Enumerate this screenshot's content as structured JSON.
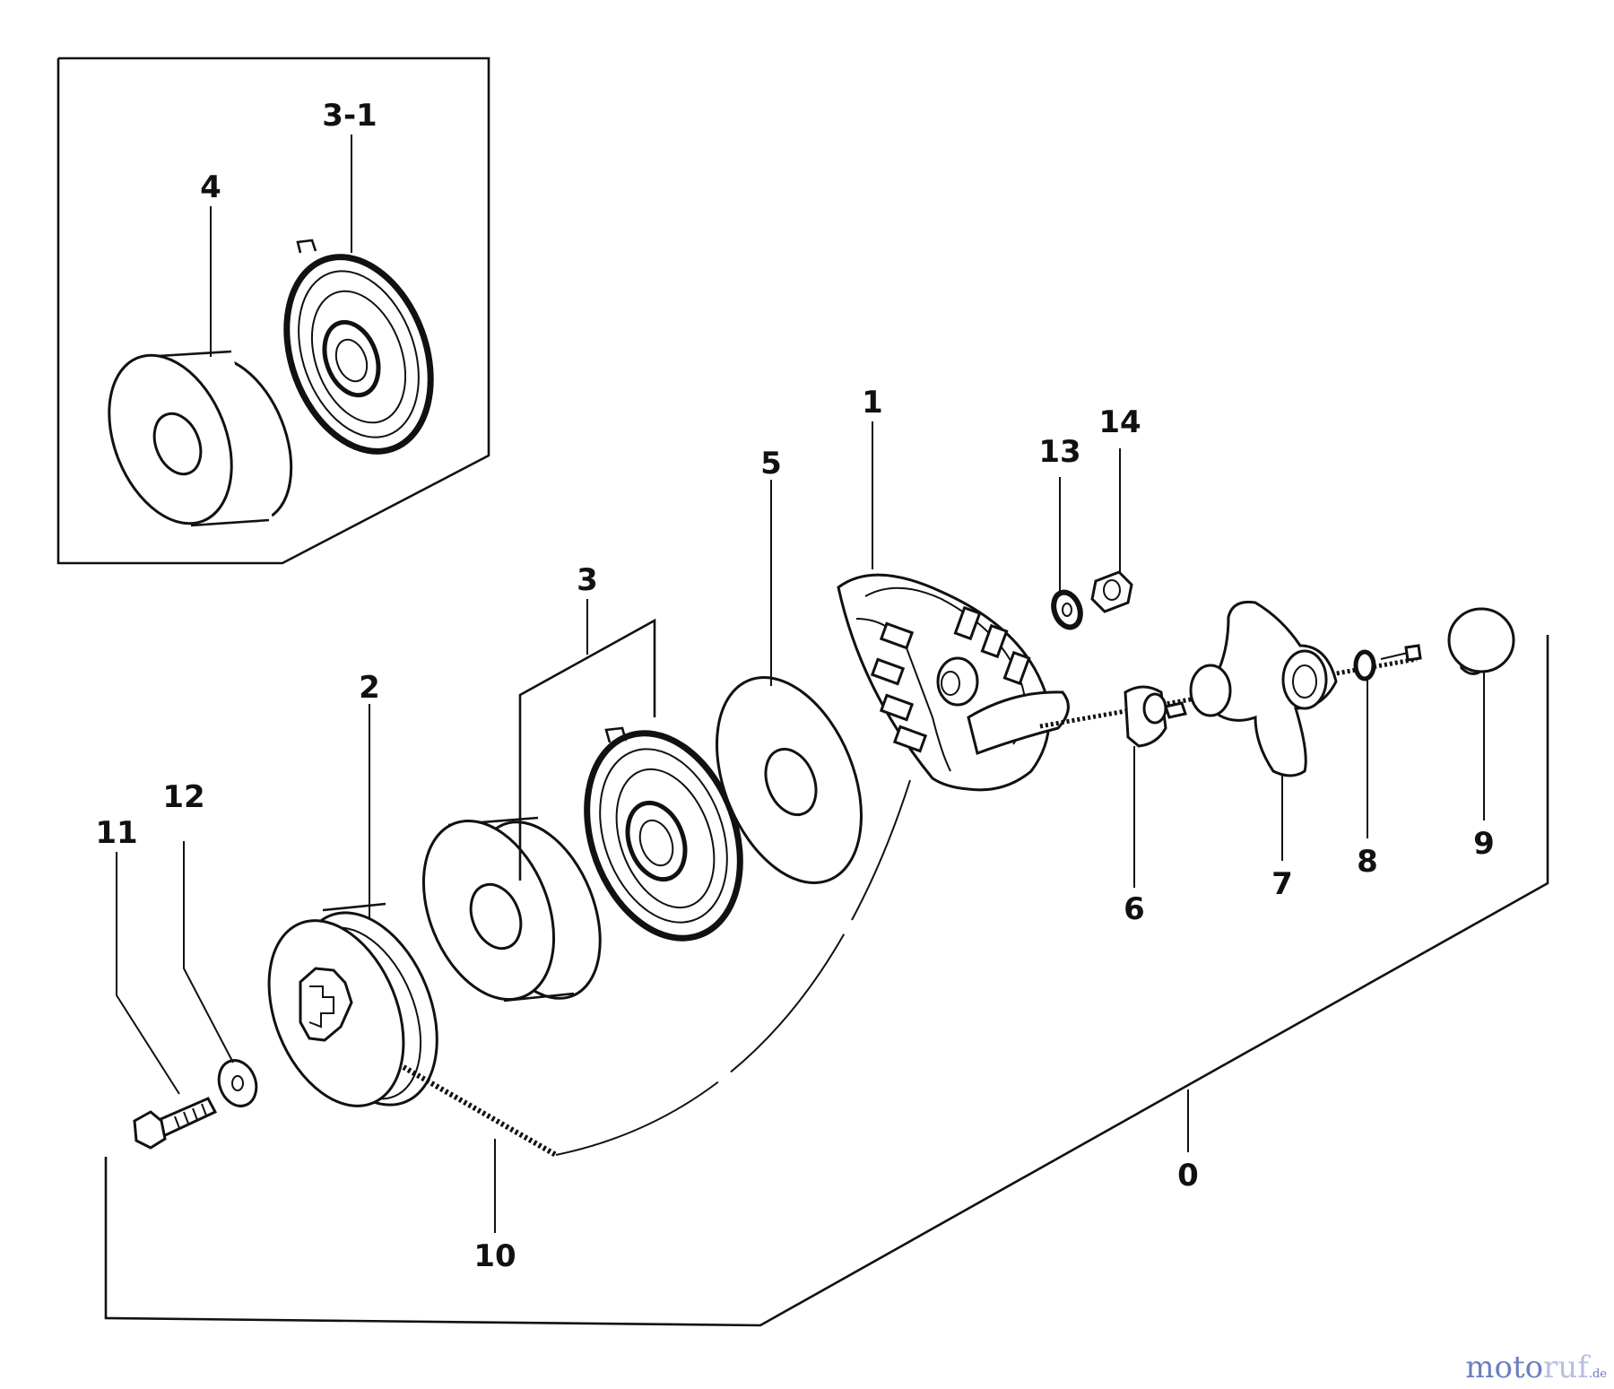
{
  "part_labels": {
    "p0": "0",
    "p1": "1",
    "p2": "2",
    "p3": "3",
    "p3_1": "3-1",
    "p4": "4",
    "p5": "5",
    "p6": "6",
    "p7": "7",
    "p8": "8",
    "p9": "9",
    "p10": "10",
    "p11": "11",
    "p12": "12",
    "p13": "13",
    "p14": "14"
  },
  "watermark": {
    "part1": "moto",
    "part2": "ruf",
    "part3": ".de"
  }
}
